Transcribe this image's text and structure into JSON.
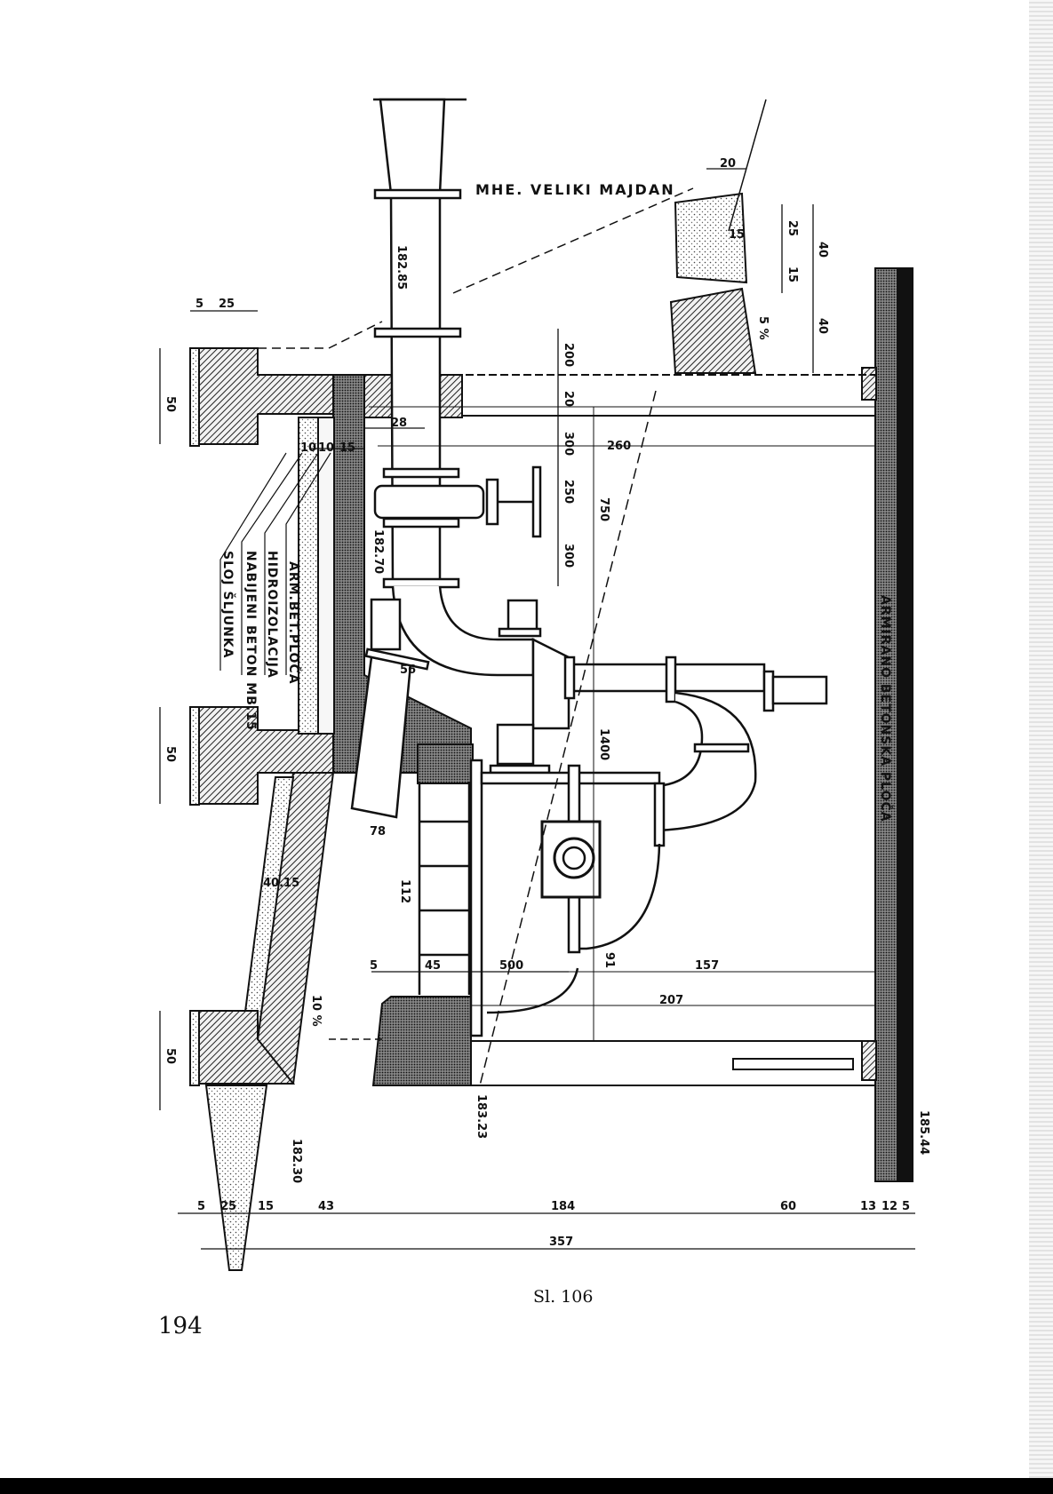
{
  "title": "MHE. VELIKI MAJDAN",
  "labels": {
    "arm_bet_ploca": "ARM.BET.PLOČA",
    "hidroizolacija": "HIDROIZOLACIJA",
    "nabijeni_beton": "NABIJENI BETON MB.15",
    "sloj_sljunka": "SLOJ ŠLJUNKA",
    "armirano_betonska_ploca": "ARMIRANO BETONSKA PLOČA"
  },
  "elevations": {
    "e1": "182.85",
    "e2": "182.70",
    "e3": "183.23",
    "e4": "182.30",
    "e5": "185.44"
  },
  "slopes": {
    "s1": "5 %",
    "s2": "10 %"
  },
  "dimensions": {
    "d5a": "5",
    "d25a": "25",
    "d50a": "50",
    "d50b": "50",
    "d50c": "50",
    "d20top": "20",
    "d15top": "15",
    "d25r": "25",
    "d15r": "15",
    "d40a": "40",
    "d40b": "40",
    "d200": "200",
    "d20": "20",
    "d300a": "300",
    "d250": "250",
    "d300b": "300",
    "d750": "750",
    "d260": "260",
    "d28": "28",
    "d10a": "10",
    "d10b": "10",
    "d15": "15",
    "d56": "56",
    "d78": "78",
    "d112": "112",
    "d1400": "1400",
    "d40_15": "40.15",
    "d5b": "5",
    "d45": "45",
    "d500": "500",
    "d91": "91",
    "d157": "157",
    "d207": "207",
    "b5": "5",
    "b25": "25",
    "b15": "15",
    "b43": "43",
    "b184": "184",
    "b60": "60",
    "b13": "13",
    "b12": "12",
    "b5r": "5",
    "b357": "357"
  },
  "caption": "Sl. 106",
  "page_number": "194"
}
